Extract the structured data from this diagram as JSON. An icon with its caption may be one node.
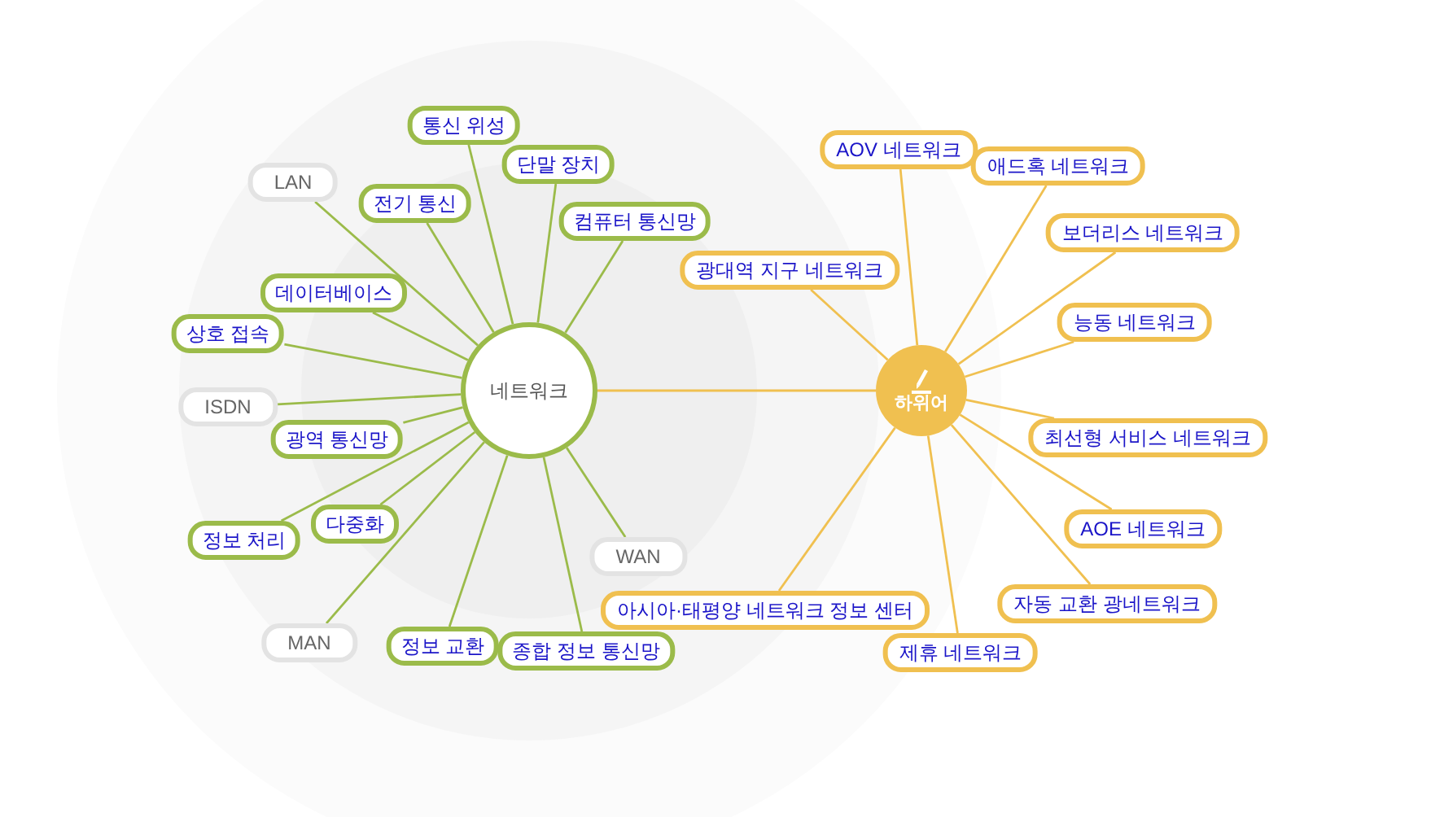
{
  "diagram": {
    "nodes": [
      {
        "text": [
          "네트워크"
        ]
      },
      {
        "text": [
          "하위어"
        ]
      },
      {
        "text": [
          "통신 위성"
        ]
      },
      {
        "text": [
          "단말 장치"
        ]
      },
      {
        "text": [
          "LAN"
        ]
      },
      {
        "text": [
          "전기 통신"
        ]
      },
      {
        "text": [
          "컴퓨터 통신망"
        ]
      },
      {
        "text": [
          "데이터베이스"
        ]
      },
      {
        "text": [
          "상호 접속"
        ]
      },
      {
        "text": [
          "ISDN"
        ]
      },
      {
        "text": [
          "광역 통신망"
        ]
      },
      {
        "text": [
          "정보 처리"
        ]
      },
      {
        "text": [
          "다중화"
        ]
      },
      {
        "text": [
          "WAN"
        ]
      },
      {
        "text": [
          "MAN"
        ]
      },
      {
        "text": [
          "정보 교환"
        ]
      },
      {
        "text": [
          "종합 정보 통신망"
        ]
      },
      {
        "text": [
          "AOV 네트워크"
        ]
      },
      {
        "text": [
          "애드혹 네트워크"
        ]
      },
      {
        "text": [
          "광대역 지구 네트워크"
        ]
      },
      {
        "text": [
          "보더리스 네트워크"
        ]
      },
      {
        "text": [
          "능동 네트워크"
        ]
      },
      {
        "text": [
          "최선형 서비스 네트워크"
        ]
      },
      {
        "text": [
          "AOE 네트워크"
        ]
      },
      {
        "text": [
          "아시아·태평양 네트워크 정보 센터"
        ]
      },
      {
        "text": [
          "자동 교환 광네트워크"
        ]
      },
      {
        "text": [
          "제휴 네트워크"
        ]
      }
    ],
    "edges": [
      {
        "from": 0,
        "to": 1,
        "arrow": "none",
        "color": "#f0c050"
      },
      {
        "from": 0,
        "to": 2,
        "arrow": "none"
      },
      {
        "from": 0,
        "to": 3,
        "arrow": "none"
      },
      {
        "from": 0,
        "to": 4,
        "arrow": "none"
      },
      {
        "from": 0,
        "to": 5,
        "arrow": "none"
      },
      {
        "from": 0,
        "to": 6,
        "arrow": "none"
      },
      {
        "from": 0,
        "to": 7,
        "arrow": "none"
      },
      {
        "from": 0,
        "to": 8,
        "arrow": "none"
      },
      {
        "from": 0,
        "to": 9,
        "arrow": "none"
      },
      {
        "from": 0,
        "to": 10,
        "arrow": "none"
      },
      {
        "from": 0,
        "to": 11,
        "arrow": "none"
      },
      {
        "from": 0,
        "to": 12,
        "arrow": "none"
      },
      {
        "from": 0,
        "to": 13,
        "arrow": "none"
      },
      {
        "from": 0,
        "to": 14,
        "arrow": "none"
      },
      {
        "from": 0,
        "to": 15,
        "arrow": "none"
      },
      {
        "from": 0,
        "to": 16,
        "arrow": "none"
      },
      {
        "from": 1,
        "to": 17,
        "arrow": "none",
        "color": "#f0c050"
      },
      {
        "from": 1,
        "to": 18,
        "arrow": "none",
        "color": "#f0c050"
      },
      {
        "from": 1,
        "to": 19,
        "arrow": "none",
        "color": "#f0c050"
      },
      {
        "from": 1,
        "to": 20,
        "arrow": "none",
        "color": "#f0c050"
      },
      {
        "from": 1,
        "to": 21,
        "arrow": "none",
        "color": "#f0c050"
      },
      {
        "from": 1,
        "to": 22,
        "arrow": "none",
        "color": "#f0c050"
      },
      {
        "from": 1,
        "to": 23,
        "arrow": "none",
        "color": "#f0c050"
      },
      {
        "from": 1,
        "to": 24,
        "arrow": "none",
        "color": "#f0c050"
      },
      {
        "from": 1,
        "to": 25,
        "arrow": "none",
        "color": "#f0c050"
      },
      {
        "from": 1,
        "to": 26,
        "arrow": "none",
        "color": "#f0c050"
      }
    ]
  }
}
